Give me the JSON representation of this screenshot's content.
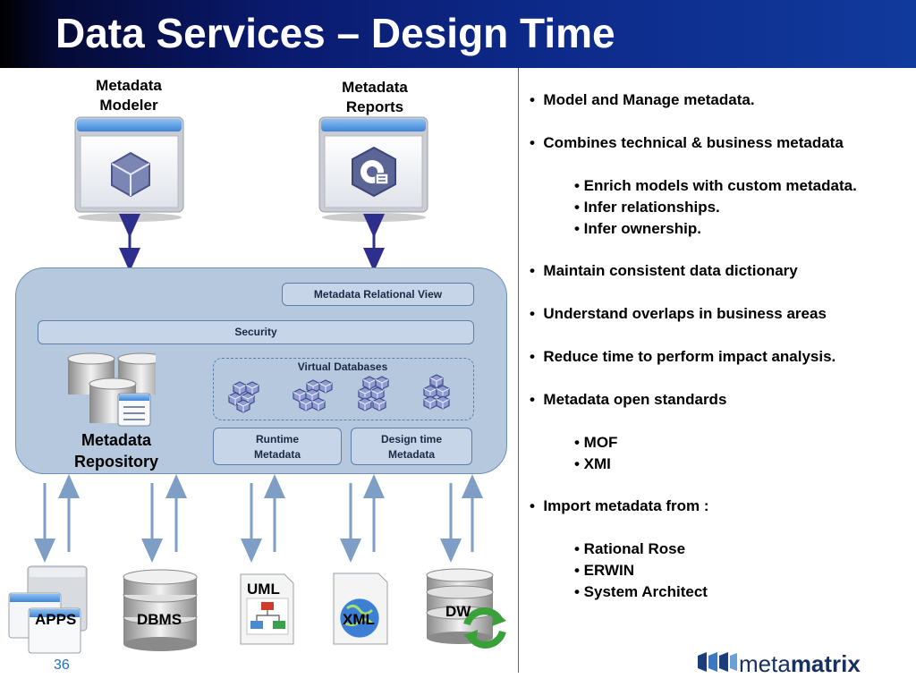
{
  "title": "Data Services – Design Time",
  "top_tools": {
    "modeler": [
      "Metadata",
      "Modeler"
    ],
    "reports": [
      "Metadata",
      "Reports"
    ]
  },
  "repository": {
    "relational_view": "Metadata Relational View",
    "security": "Security",
    "virtual_databases": "Virtual Databases",
    "label": [
      "Metadata",
      "Repository"
    ],
    "runtime": [
      "Runtime",
      "Metadata"
    ],
    "designtime": [
      "Design time",
      "Metadata"
    ]
  },
  "sources": {
    "apps": "APPS",
    "dbms": "DBMS",
    "uml": "UML",
    "xml": "XML",
    "dw": "DW"
  },
  "bullets": [
    "Model and Manage metadata.",
    "Combines technical & business metadata",
    "• Enrich models with custom metadata.",
    "• Infer relationships.",
    "• Infer ownership.",
    "Maintain consistent data dictionary",
    "Understand overlaps in business areas",
    "Reduce time to perform impact analysis.",
    "Metadata open standards",
    "• MOF",
    "• XMI",
    "Import metadata from :",
    "• Rational Rose",
    "• ERWIN",
    "• System Architect"
  ],
  "bullet_mark": "•",
  "page_number": "36",
  "logo": {
    "light": "meta",
    "bold": "matrix"
  },
  "colors": {
    "title_bg": "#0d2a8a",
    "repo_fill": "#b6c8de",
    "arrow_dark": "#2e2e8c",
    "arrow_light": "#7e9ec6"
  }
}
